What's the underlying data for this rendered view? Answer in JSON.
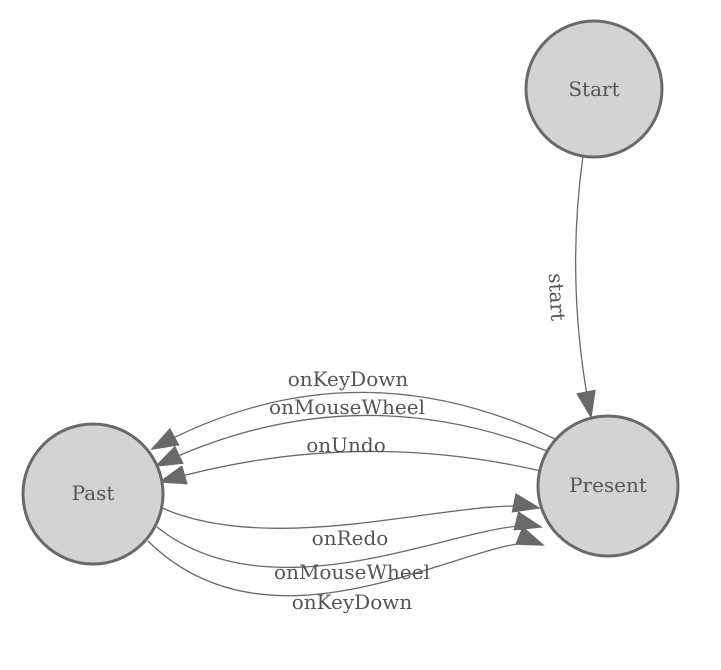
{
  "diagram": {
    "kind": "state-machine-diagram",
    "background_color": "#ffffff",
    "node_fill": "#d3d3d3",
    "node_border_color": "#696969",
    "edge_color": "#696969",
    "arrowhead_color": "#696969",
    "label_color": "#555555",
    "nodes": [
      {
        "id": "start",
        "label": "Start"
      },
      {
        "id": "past",
        "label": "Past"
      },
      {
        "id": "present",
        "label": "Present"
      }
    ],
    "edges": [
      {
        "from": "start",
        "to": "present",
        "label": "start"
      },
      {
        "from": "present",
        "to": "past",
        "label": "onKeyDown"
      },
      {
        "from": "present",
        "to": "past",
        "label": "onMouseWheel"
      },
      {
        "from": "present",
        "to": "past",
        "label": "onUndo"
      },
      {
        "from": "past",
        "to": "present",
        "label": "onRedo"
      },
      {
        "from": "past",
        "to": "present",
        "label": "onMouseWheel"
      },
      {
        "from": "past",
        "to": "present",
        "label": "onKeyDown"
      }
    ]
  }
}
